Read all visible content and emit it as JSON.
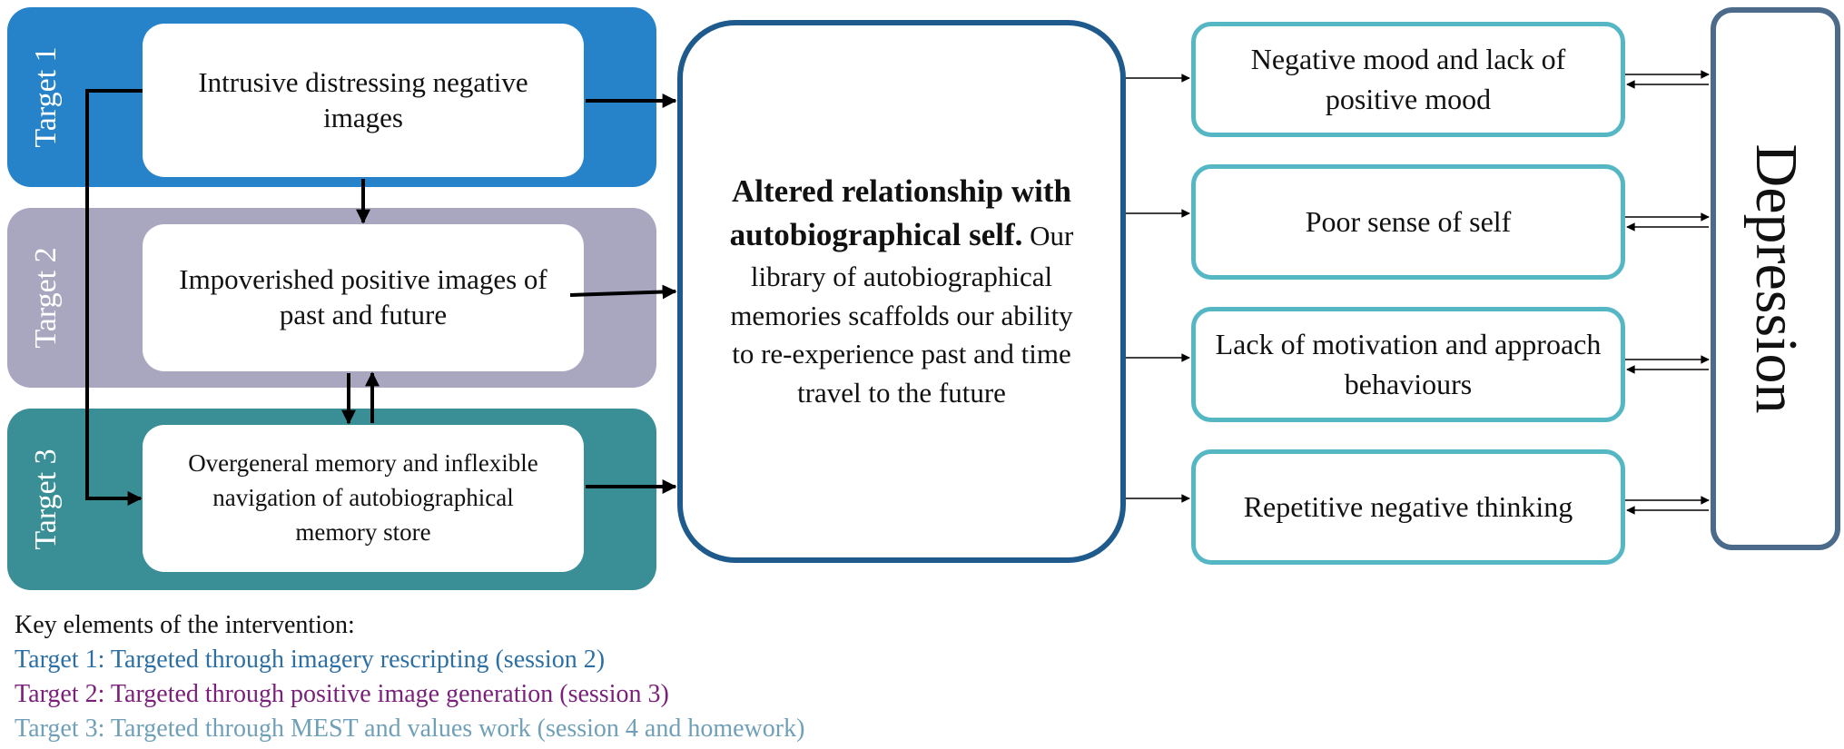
{
  "targets": [
    {
      "label": "Target 1",
      "box_text": "Intrusive distressing negative images",
      "color": "#2683c9"
    },
    {
      "label": "Target 2",
      "box_text": "Impoverished positive images of past and future",
      "color": "#a9a6c0"
    },
    {
      "label": "Target 3",
      "box_text": "Overgeneral memory and inflexible navigation of autobiographical memory store",
      "color": "#3a8f96"
    }
  ],
  "center": {
    "title": "Altered relationship with autobiographical self.",
    "body": "Our library of autobiographical memories scaffolds our ability to re-experience past and time travel to the future"
  },
  "outcomes": [
    "Negative mood and lack of positive mood",
    "Poor sense of self",
    "Lack of motivation and approach behaviours",
    "Repetitive negative thinking"
  ],
  "depression": {
    "label": "Depression"
  },
  "legend": {
    "heading": "Key elements of the intervention:",
    "items": [
      {
        "text": "Target 1: Targeted through imagery rescripting (session 2)",
        "color": "#2d6fa3"
      },
      {
        "text": "Target 2: Targeted through positive image generation (session 3)",
        "color": "#7a1f7a"
      },
      {
        "text": "Target 3: Targeted through MEST and values work (session 4 and homework)",
        "color": "#6fa0b8"
      }
    ]
  }
}
